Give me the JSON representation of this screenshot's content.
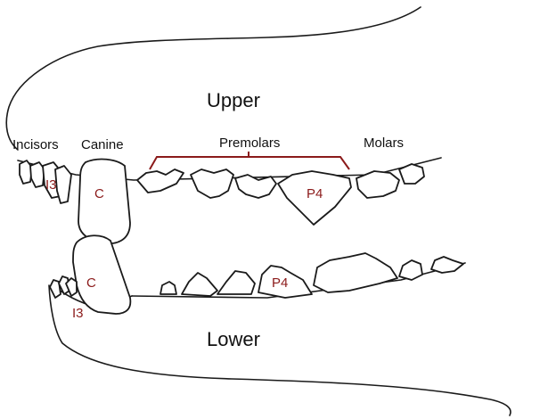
{
  "jaws": {
    "upper": "Upper",
    "lower": "Lower"
  },
  "groups": {
    "incisors": "Incisors",
    "canine": "Canine",
    "premolars": "Premolars",
    "molars": "Molars"
  },
  "tooth_labels": {
    "upper_i3": "I3",
    "upper_c": "C",
    "upper_p4": "P4",
    "lower_c": "C",
    "lower_p4": "P4",
    "lower_i3": "I3"
  },
  "colors": {
    "label": "#8b1a1a",
    "outline": "#1a1a1a",
    "background": "#ffffff"
  }
}
